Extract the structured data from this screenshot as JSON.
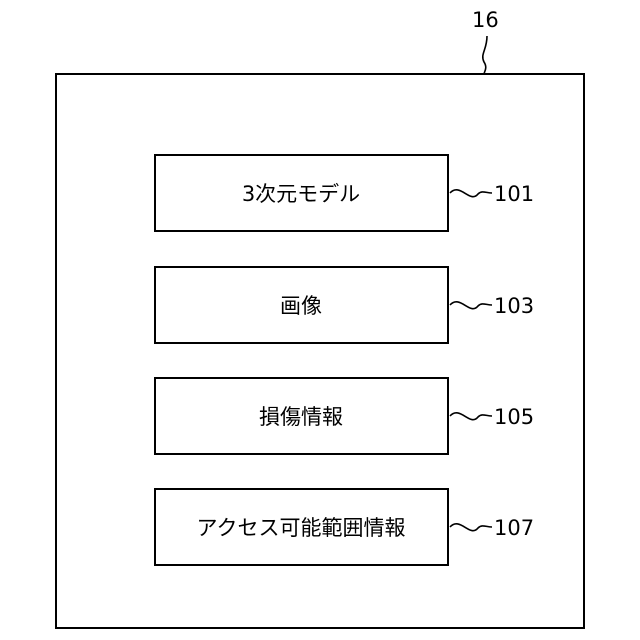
{
  "figure": {
    "reference_numeral": "16",
    "line_color": "#000000",
    "background": "#ffffff"
  },
  "items": [
    {
      "label": "3次元モデル",
      "reference_numeral": "101"
    },
    {
      "label": "画像",
      "reference_numeral": "103"
    },
    {
      "label": "損傷情報",
      "reference_numeral": "105"
    },
    {
      "label": "アクセス可能範囲情報",
      "reference_numeral": "107"
    }
  ]
}
